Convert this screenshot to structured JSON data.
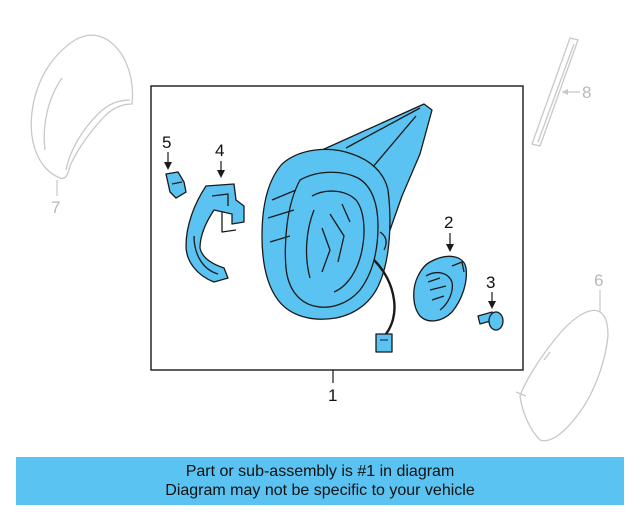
{
  "diagram": {
    "callouts": {
      "c1": "1",
      "c2": "2",
      "c3": "3",
      "c4": "4",
      "c5": "5",
      "c6": "6",
      "c7": "7",
      "c8": "8"
    },
    "colors": {
      "highlight": "#5bc3f1",
      "outline": "#1a1a1a",
      "faded": "#c8c8c8"
    }
  },
  "banner": {
    "line1": "Part or sub-assembly is #1 in diagram",
    "line2": "Diagram may not be specific to your vehicle"
  }
}
